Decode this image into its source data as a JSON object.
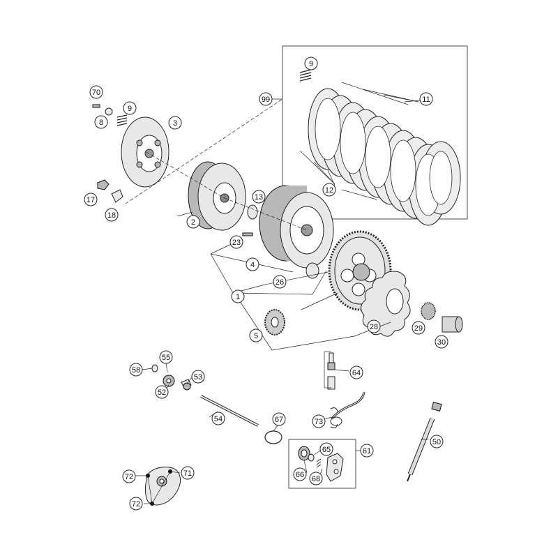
{
  "diagram": {
    "callouts": [
      {
        "id": "c70",
        "label": "70"
      },
      {
        "id": "c8",
        "label": "8"
      },
      {
        "id": "c9a",
        "label": "9"
      },
      {
        "id": "c3",
        "label": "3"
      },
      {
        "id": "c17",
        "label": "17"
      },
      {
        "id": "c18",
        "label": "18"
      },
      {
        "id": "c2",
        "label": "2"
      },
      {
        "id": "c13",
        "label": "13"
      },
      {
        "id": "c23",
        "label": "23"
      },
      {
        "id": "c4",
        "label": "4"
      },
      {
        "id": "c1",
        "label": "1"
      },
      {
        "id": "c26",
        "label": "26"
      },
      {
        "id": "c5",
        "label": "5"
      },
      {
        "id": "c28",
        "label": "28"
      },
      {
        "id": "c29",
        "label": "29"
      },
      {
        "id": "c30",
        "label": "30"
      },
      {
        "id": "c9b",
        "label": "9"
      },
      {
        "id": "c99",
        "label": "99"
      },
      {
        "id": "c11",
        "label": "11"
      },
      {
        "id": "c12",
        "label": "12"
      },
      {
        "id": "c58",
        "label": "58"
      },
      {
        "id": "c55",
        "label": "55"
      },
      {
        "id": "c53",
        "label": "53"
      },
      {
        "id": "c52",
        "label": "52"
      },
      {
        "id": "c54",
        "label": "54"
      },
      {
        "id": "c67",
        "label": "67"
      },
      {
        "id": "c64",
        "label": "64"
      },
      {
        "id": "c73",
        "label": "73"
      },
      {
        "id": "c61",
        "label": "61"
      },
      {
        "id": "c65",
        "label": "65"
      },
      {
        "id": "c66",
        "label": "66"
      },
      {
        "id": "c68",
        "label": "68"
      },
      {
        "id": "c50",
        "label": "50"
      },
      {
        "id": "c72a",
        "label": "72"
      },
      {
        "id": "c71",
        "label": "71"
      },
      {
        "id": "c72b",
        "label": "72"
      }
    ]
  }
}
